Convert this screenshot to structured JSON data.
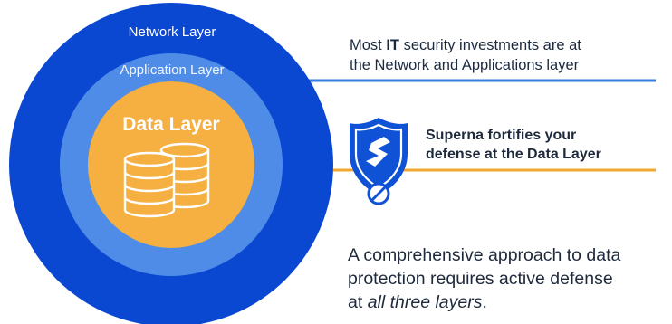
{
  "layers": {
    "network": "Network Layer",
    "application": "Application Layer",
    "data": "Data Layer"
  },
  "callouts": {
    "network_line1_prefix": "Most ",
    "network_line1_strong": "IT",
    "network_line1_suffix": " security investments are at",
    "network_line2": "the Network and Applications layer",
    "superna_line1": "Superna fortifies your",
    "superna_line2": "defense at the Data Layer"
  },
  "summary": {
    "line1": "A comprehensive approach to data",
    "line2": "protection requires active defense",
    "line3_prefix": "at ",
    "line3_emphasis": "all three layers",
    "line3_suffix": "."
  },
  "icons": {
    "database": "database-icon",
    "shield": "shield-s-icon",
    "blocked": "blocked-icon"
  },
  "colors": {
    "network_ring": "#0b48d2",
    "application_ring": "#4f8ce8",
    "data_core": "#f5b041",
    "network_line": "#3a7be0",
    "data_line": "#f0a830",
    "shield": "#0f52d6",
    "text": "#1e2a3c"
  }
}
